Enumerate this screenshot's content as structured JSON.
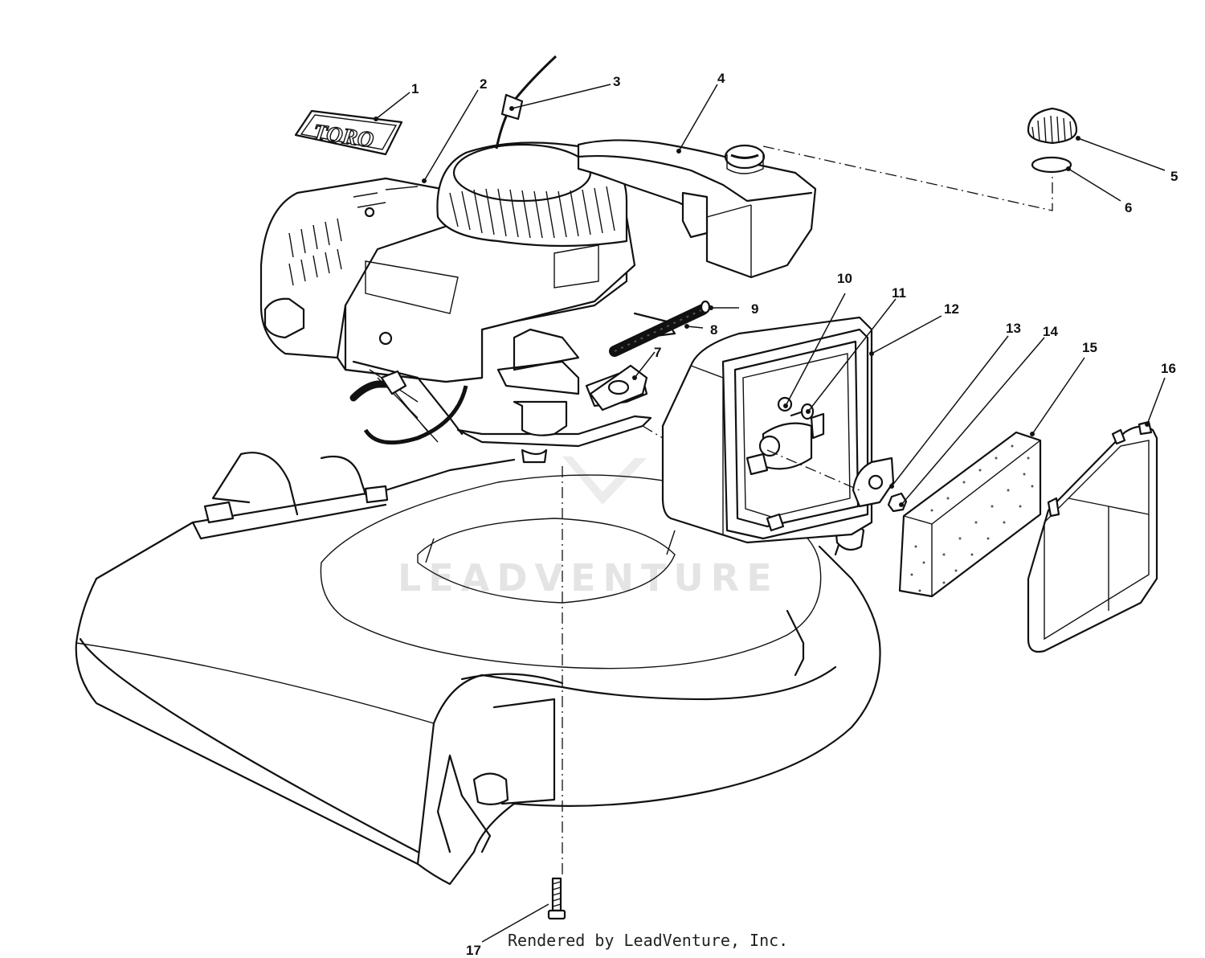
{
  "diagram": {
    "parts": [
      {
        "number": "1"
      },
      {
        "number": "2"
      },
      {
        "number": "3"
      },
      {
        "number": "4"
      },
      {
        "number": "5"
      },
      {
        "number": "6"
      },
      {
        "number": "7"
      },
      {
        "number": "8"
      },
      {
        "number": "9"
      },
      {
        "number": "10"
      },
      {
        "number": "11"
      },
      {
        "number": "12"
      },
      {
        "number": "13"
      },
      {
        "number": "14"
      },
      {
        "number": "15"
      },
      {
        "number": "16"
      },
      {
        "number": "17"
      }
    ],
    "decal_text": "TORO",
    "watermark": "LEADVENTURE"
  },
  "footer": {
    "credit": "Rendered by LeadVenture, Inc."
  }
}
